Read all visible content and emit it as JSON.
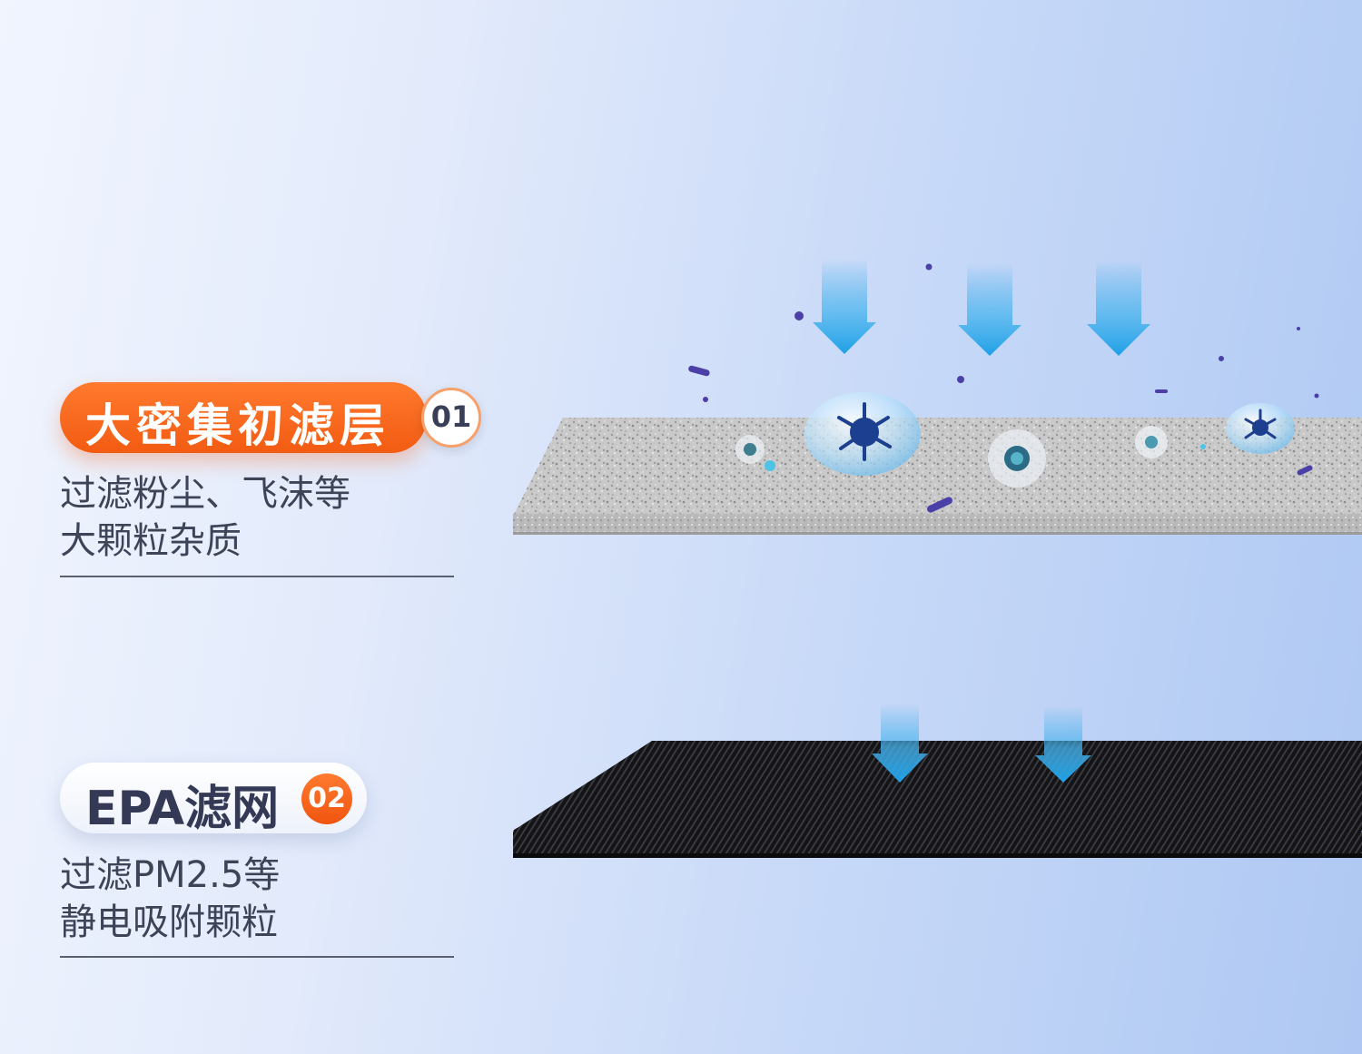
{
  "layers": [
    {
      "title": "大密集初滤层",
      "number": "01",
      "desc_line1": "过滤粉尘、飞沫等",
      "desc_line2": "大颗粒杂质"
    },
    {
      "title": "EPA滤网",
      "number": "02",
      "desc_line1": "过滤PM2.5等",
      "desc_line2": "静电吸附颗粒"
    }
  ],
  "colors": {
    "accent_orange": "#f25b12",
    "arrow_blue": "#2ea8ea",
    "text_dark": "#3e4458"
  },
  "icons": [
    "down-arrow-icon",
    "virus-bubble-icon",
    "dust-particle-icon"
  ]
}
